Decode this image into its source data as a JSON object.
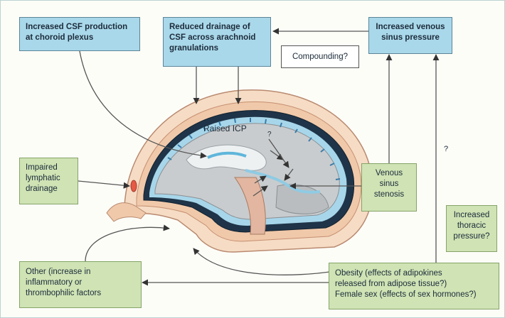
{
  "boxes": {
    "csf_production": [
      "Increased CSF production",
      "at choroid plexus"
    ],
    "reduced_drainage": [
      "Reduced drainage of",
      "CSF across arachnoid",
      "granulations"
    ],
    "venous_pressure": [
      "Increased venous",
      "sinus pressure"
    ],
    "compounding": [
      "Compounding?"
    ],
    "lymphatic": [
      "Impaired",
      "lymphatic",
      "drainage"
    ],
    "stenosis": [
      "Venous",
      "sinus",
      "stenosis"
    ],
    "thoracic": [
      "Increased",
      "thoracic",
      "pressure?"
    ],
    "other": [
      "Other (increase in",
      "inflammatory or",
      "thrombophilic factors"
    ],
    "obesity": [
      "Obesity (effects of adipokines",
      "released from adipose tissue?)",
      "Female sex (effects of sex hormones?)"
    ]
  },
  "labels": {
    "raised_icp": "Raised ICP",
    "q_small": "?",
    "q_right": "?"
  },
  "colors": {
    "blue_box": "#a9d8ea",
    "green_box": "#cfe3b4",
    "skull": "#f0c9aa",
    "brain": "#c9ccce",
    "sinus": "#8fcbe3"
  }
}
